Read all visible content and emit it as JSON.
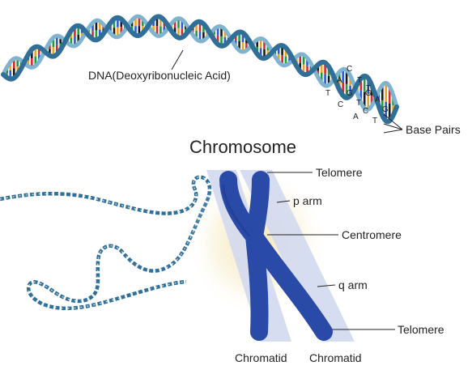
{
  "labels": {
    "dna": "DNA(Deoxyribonucleic Acid)",
    "base_pairs": "Base Pairs",
    "chromosome": "Chromosome",
    "telomere_top": "Telomere",
    "p_arm": "p arm",
    "centromere": "Centromere",
    "q_arm": "q arm",
    "telomere_bottom": "Telomere",
    "chromatid_left": "Chromatid",
    "chromatid_right": "Chromatid"
  },
  "bases": [
    "T",
    "A",
    "C",
    "T",
    "G",
    "C",
    "G",
    "T",
    "T",
    "A",
    "A",
    "C",
    "T",
    "G"
  ],
  "colors": {
    "strand": "#2f6f98",
    "strand_light": "#7fb3cf",
    "chromosome": "#2a4aa8",
    "chromosome_dark": "#1d3585",
    "band": "#d3d9ef",
    "glow": "#f4e2a4",
    "rungs": [
      "#d42a2a",
      "#1e9d3a",
      "#2a5bd7",
      "#1a1a1a",
      "#e8a41c"
    ]
  }
}
